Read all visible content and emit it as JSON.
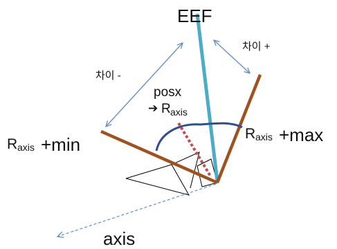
{
  "labels": {
    "eef": "EEF",
    "diff_minus": "차이 -",
    "diff_plus": "차이 +",
    "posx_line1": "posx",
    "posx_arrow": "➔",
    "posx_R": "R",
    "posx_sub": "axis",
    "min_R": "R",
    "min_sub": "axis",
    "min_text": "+min",
    "max_R": "R",
    "max_sub": "axis",
    "max_text": "+max",
    "axis": "axis"
  },
  "colors": {
    "eef_line": "#4bacc6",
    "bar": "#a0521e",
    "arc": "#2f4f8f",
    "dotted": "#c0504d",
    "arrow": "#6a8ec8",
    "axis_line": "#5b8fd0",
    "outline": "#000000"
  }
}
